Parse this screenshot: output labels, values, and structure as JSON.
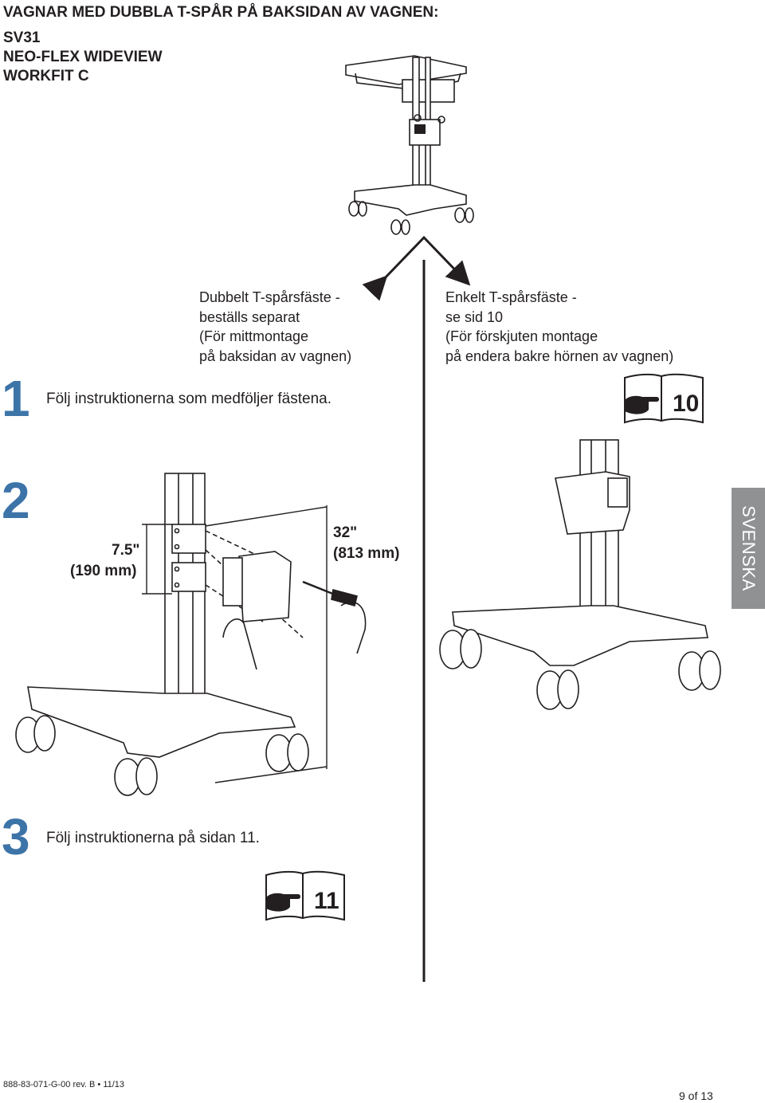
{
  "header": {
    "title": "VAGNAR MED DUBBLA T-SPÅR PÅ BAKSIDAN AV VAGNEN:",
    "models": [
      "SV31",
      "NEO-FLEX WIDEVIEW",
      "WORKFIT C"
    ]
  },
  "options": {
    "left": {
      "lines": [
        "Dubbelt T-spårsfäste -",
        "beställs separat",
        "(För mittmontage",
        "på baksidan av vagnen)"
      ]
    },
    "right": {
      "lines": [
        "Enkelt T-spårsfäste -",
        "se sid 10",
        "(För förskjuten montage",
        "på endera bakre hörnen av vagnen)"
      ]
    }
  },
  "steps": [
    {
      "number": "1",
      "text": "Följ instruktionerna som medföljer fästena.",
      "ref_page": "10"
    },
    {
      "number": "2",
      "dimension_a": {
        "imperial": "7.5\"",
        "metric": "(190 mm)"
      },
      "dimension_b": {
        "imperial": "32\"",
        "metric": "(813 mm)"
      }
    },
    {
      "number": "3",
      "text": "Följ instruktionerna på sidan 11.",
      "ref_page": "11"
    }
  ],
  "language_tab": "SVENSKA",
  "footer": {
    "doc_code": "888-83-071-G-00 rev. B • 11/13",
    "page": "9 of 13"
  },
  "colors": {
    "step_number": "#3d74a8",
    "language_tab": "#8f9193",
    "text": "#231f20"
  },
  "icons": [
    "cart-illustration",
    "manual-reference-icon",
    "pointing-hand-icon",
    "screwdriver-icon"
  ]
}
